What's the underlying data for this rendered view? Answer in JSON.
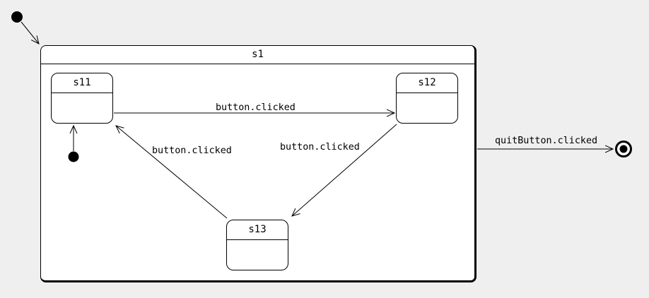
{
  "diagram": {
    "kind": "uml-state-machine-diagram",
    "states": [
      {
        "id": "s1",
        "label": "s1",
        "composite": true
      },
      {
        "id": "s11",
        "label": "s11",
        "composite": false
      },
      {
        "id": "s12",
        "label": "s12",
        "composite": false
      },
      {
        "id": "s13",
        "label": "s13",
        "composite": false
      }
    ],
    "pseudostates": [
      {
        "id": "initial",
        "type": "initial-state-dot",
        "points_to": "s1"
      },
      {
        "id": "initial_s1",
        "type": "initial-state-dot",
        "points_to": "s11"
      },
      {
        "id": "final",
        "type": "final-state",
        "reached_from": "s1"
      }
    ],
    "transitions": [
      {
        "from": "initial",
        "to": "s1",
        "label": ""
      },
      {
        "from": "initial_s1",
        "to": "s11",
        "label": ""
      },
      {
        "from": "s11",
        "to": "s12",
        "label": "button.clicked"
      },
      {
        "from": "s12",
        "to": "s13",
        "label": "button.clicked"
      },
      {
        "from": "s13",
        "to": "s11",
        "label": "button.clicked"
      },
      {
        "from": "s1",
        "to": "final",
        "label": "quitButton.clicked"
      }
    ],
    "colors": {
      "background": "#efefef",
      "state_fill": "#ffffff",
      "line": "#000000",
      "text": "#000000"
    }
  }
}
